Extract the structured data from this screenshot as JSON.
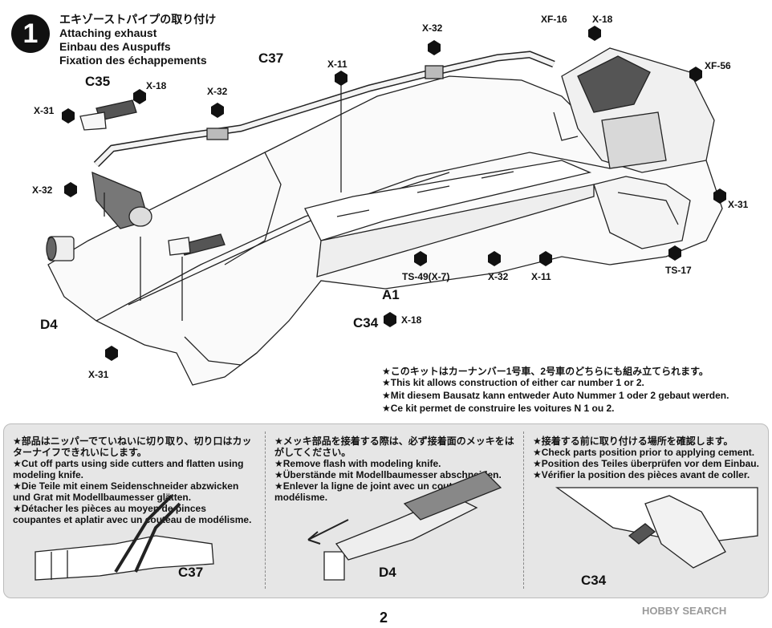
{
  "step": {
    "number": "1",
    "title_jp": "エキゾーストパイプの取り付け",
    "title_en": "Attaching exhaust",
    "title_de": "Einbau des Auspuffs",
    "title_fr": "Fixation des échappements"
  },
  "part_labels": {
    "c37": "C37",
    "c35": "C35",
    "c34": "C34",
    "a1": "A1",
    "d4": "D4"
  },
  "screw_labels": {
    "x32_top": "X-32",
    "x18_left": "X-18",
    "x31_left": "X-31",
    "x32_mid": "X-32",
    "x11_top": "X-11",
    "x32_left": "X-32",
    "xf16": "XF-16",
    "x18_top": "X-18",
    "xf56": "XF-56",
    "x31_right": "X-31",
    "ts17": "TS-17",
    "ts49": "TS-49(X-7)",
    "x32_bottom": "X-32",
    "x11_bottom": "X-11",
    "x18_bottom": "X-18",
    "x31_bottom": "X-31"
  },
  "notes": [
    "★このキットはカーナンバー1号車、2号車のどちらにも組み立てられます。",
    "★This kit allows construction of either car number 1 or 2.",
    "★Mit diesem Bausatz kann entweder Auto Nummer 1 oder 2 gebaut werden.",
    "★Ce kit permet de construire les voitures N 1 ou 2."
  ],
  "tips": {
    "left": [
      "★部品はニッパーでていねいに切り取り、切り口はカッターナイフできれいにします。",
      "★Cut off parts using side cutters and flatten using modeling knife.",
      "★Die Teile mit einem Seidenschneider abzwicken und Grat mit Modellbaumesser glätten.",
      "★Détacher les pièces au moyen de pinces coupantes et aplatir avec un couteau de modélisme."
    ],
    "left_part": "C37",
    "middle": [
      "★メッキ部品を接着する際は、必ず接着面のメッキをはがしてください。",
      "★Remove flash with modeling knife.",
      "★Überstände mit Modellbaumesser abschneiden.",
      "★Enlever la ligne de joint avec un couteau de modélisme."
    ],
    "middle_part": "D4",
    "right": [
      "★接着する前に取り付ける場所を確認します。",
      "★Check parts position prior to applying cement.",
      "★Position des Teiles überprüfen vor dem Einbau.",
      "★Vérifier la position des pièces avant de coller."
    ],
    "right_part": "C34"
  },
  "page_number": "2",
  "watermark": "HOBBY SEARCH"
}
